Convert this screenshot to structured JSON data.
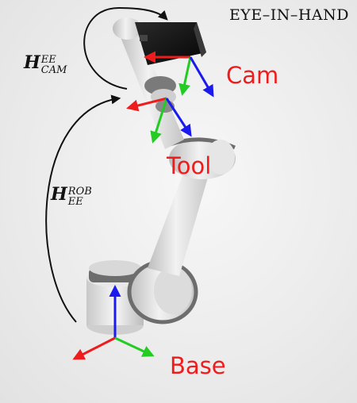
{
  "title": "EYE–IN–HAND",
  "frames": {
    "cam": "Cam",
    "tool": "Tool",
    "base": "Base"
  },
  "transforms": {
    "cam_to_ee": {
      "symbol": "H",
      "sup": "EE",
      "sub": "CAM"
    },
    "ee_to_base": {
      "symbol": "H",
      "sup": "ROB",
      "sub": "EE"
    }
  },
  "colors": {
    "frame_label": "#ee1c1c",
    "axis_x": "#ee1c1c",
    "axis_y": "#22cc22",
    "axis_z": "#1a1aee",
    "arc": "#111111",
    "robot_body": "#d4d4d4",
    "robot_joint": "#6d6d6d",
    "camera": "#111111"
  }
}
